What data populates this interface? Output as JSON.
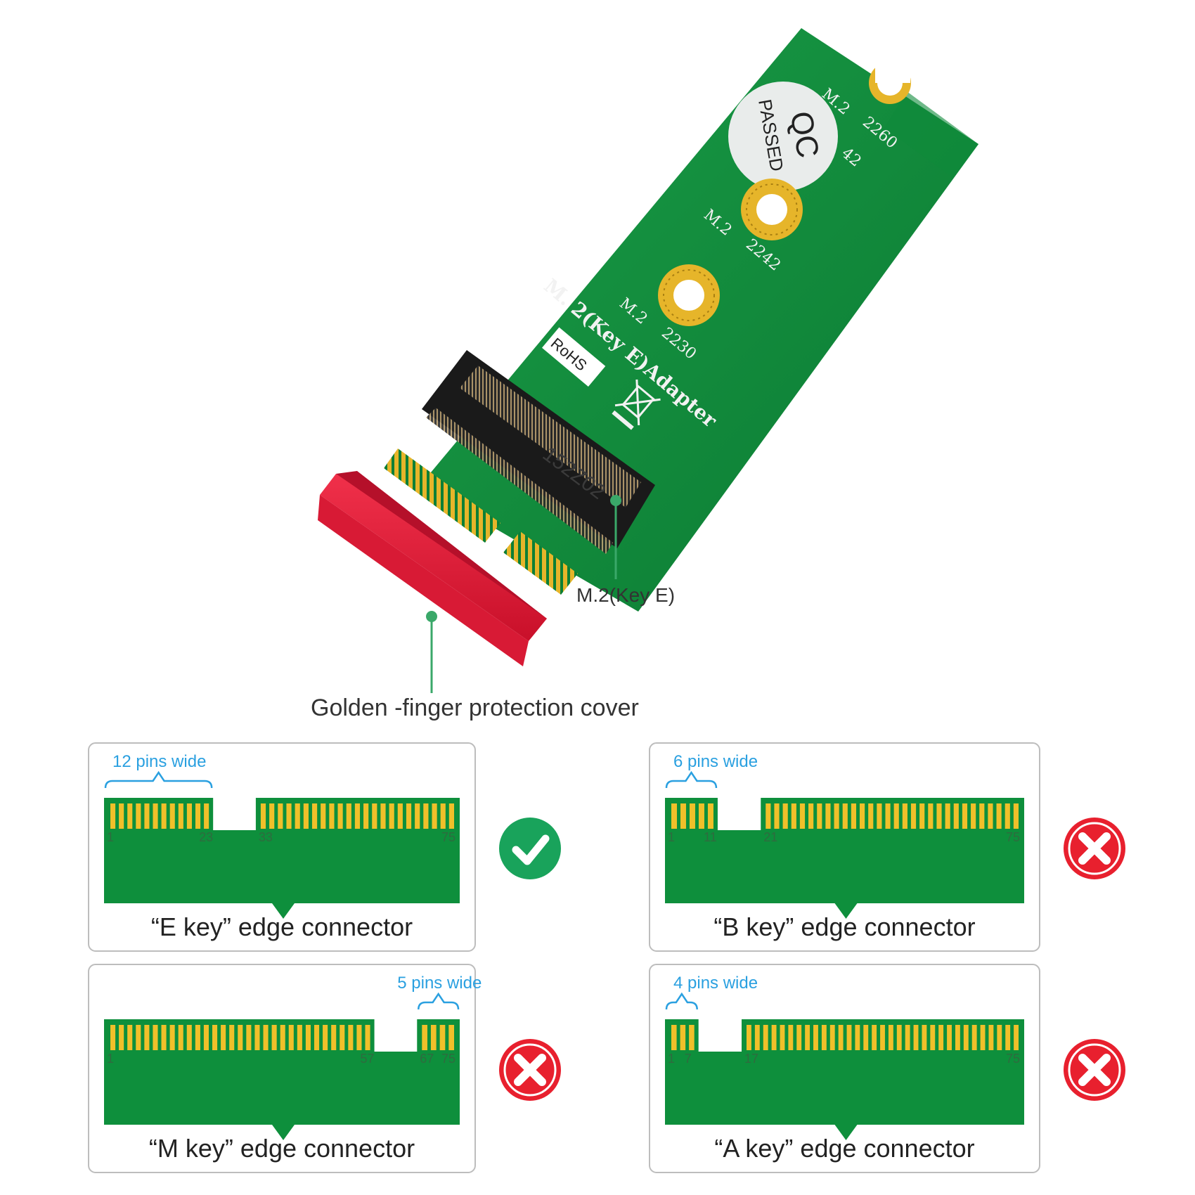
{
  "board": {
    "qc_line1": "QC",
    "qc_line2": "PASSED",
    "hole_2260_size": "M.2",
    "hole_2260_len": "2260",
    "hole_2242_prefix": "42",
    "hole_2242_size": "M.2",
    "hole_2242_len": "2242",
    "hole_2230_size": "M.2",
    "hole_2230_len": "2230",
    "adapter_label": "M. 2(Key E)Adapter",
    "rohs": "RoHS",
    "socket_code": "152Z02"
  },
  "callouts": {
    "socket": "M.2(Key E)",
    "cover": "Golden -finger protection cover"
  },
  "panels": [
    {
      "key": "E",
      "caption": "“E key”  edge connector",
      "pins_label": "12 pins wide",
      "pins": [
        "1",
        "23",
        "33",
        "75"
      ],
      "compatible": true
    },
    {
      "key": "B",
      "caption": "“B key”  edge connector",
      "pins_label": "6 pins wide",
      "pins": [
        "1",
        "11",
        "21",
        "75"
      ],
      "compatible": false
    },
    {
      "key": "M",
      "caption": "“M key”  edge connector",
      "pins_label": "5 pins wide",
      "pins": [
        "1",
        "57",
        "67",
        "75"
      ],
      "compatible": false
    },
    {
      "key": "A",
      "caption": "“A key”  edge connector",
      "pins_label": "4 pins wide",
      "pins": [
        "1",
        "7",
        "17",
        "75"
      ],
      "compatible": false
    }
  ],
  "colors": {
    "pcb": "#0e8f3c",
    "gold": "#f0c02a",
    "callout": "#3aa869",
    "pins_label": "#2aa0e0",
    "ok": "#19a35b",
    "bad": "#e8202e",
    "cover": "#e8213a"
  },
  "icons": {
    "ok": "check-circle-icon",
    "bad": "x-circle-icon"
  }
}
